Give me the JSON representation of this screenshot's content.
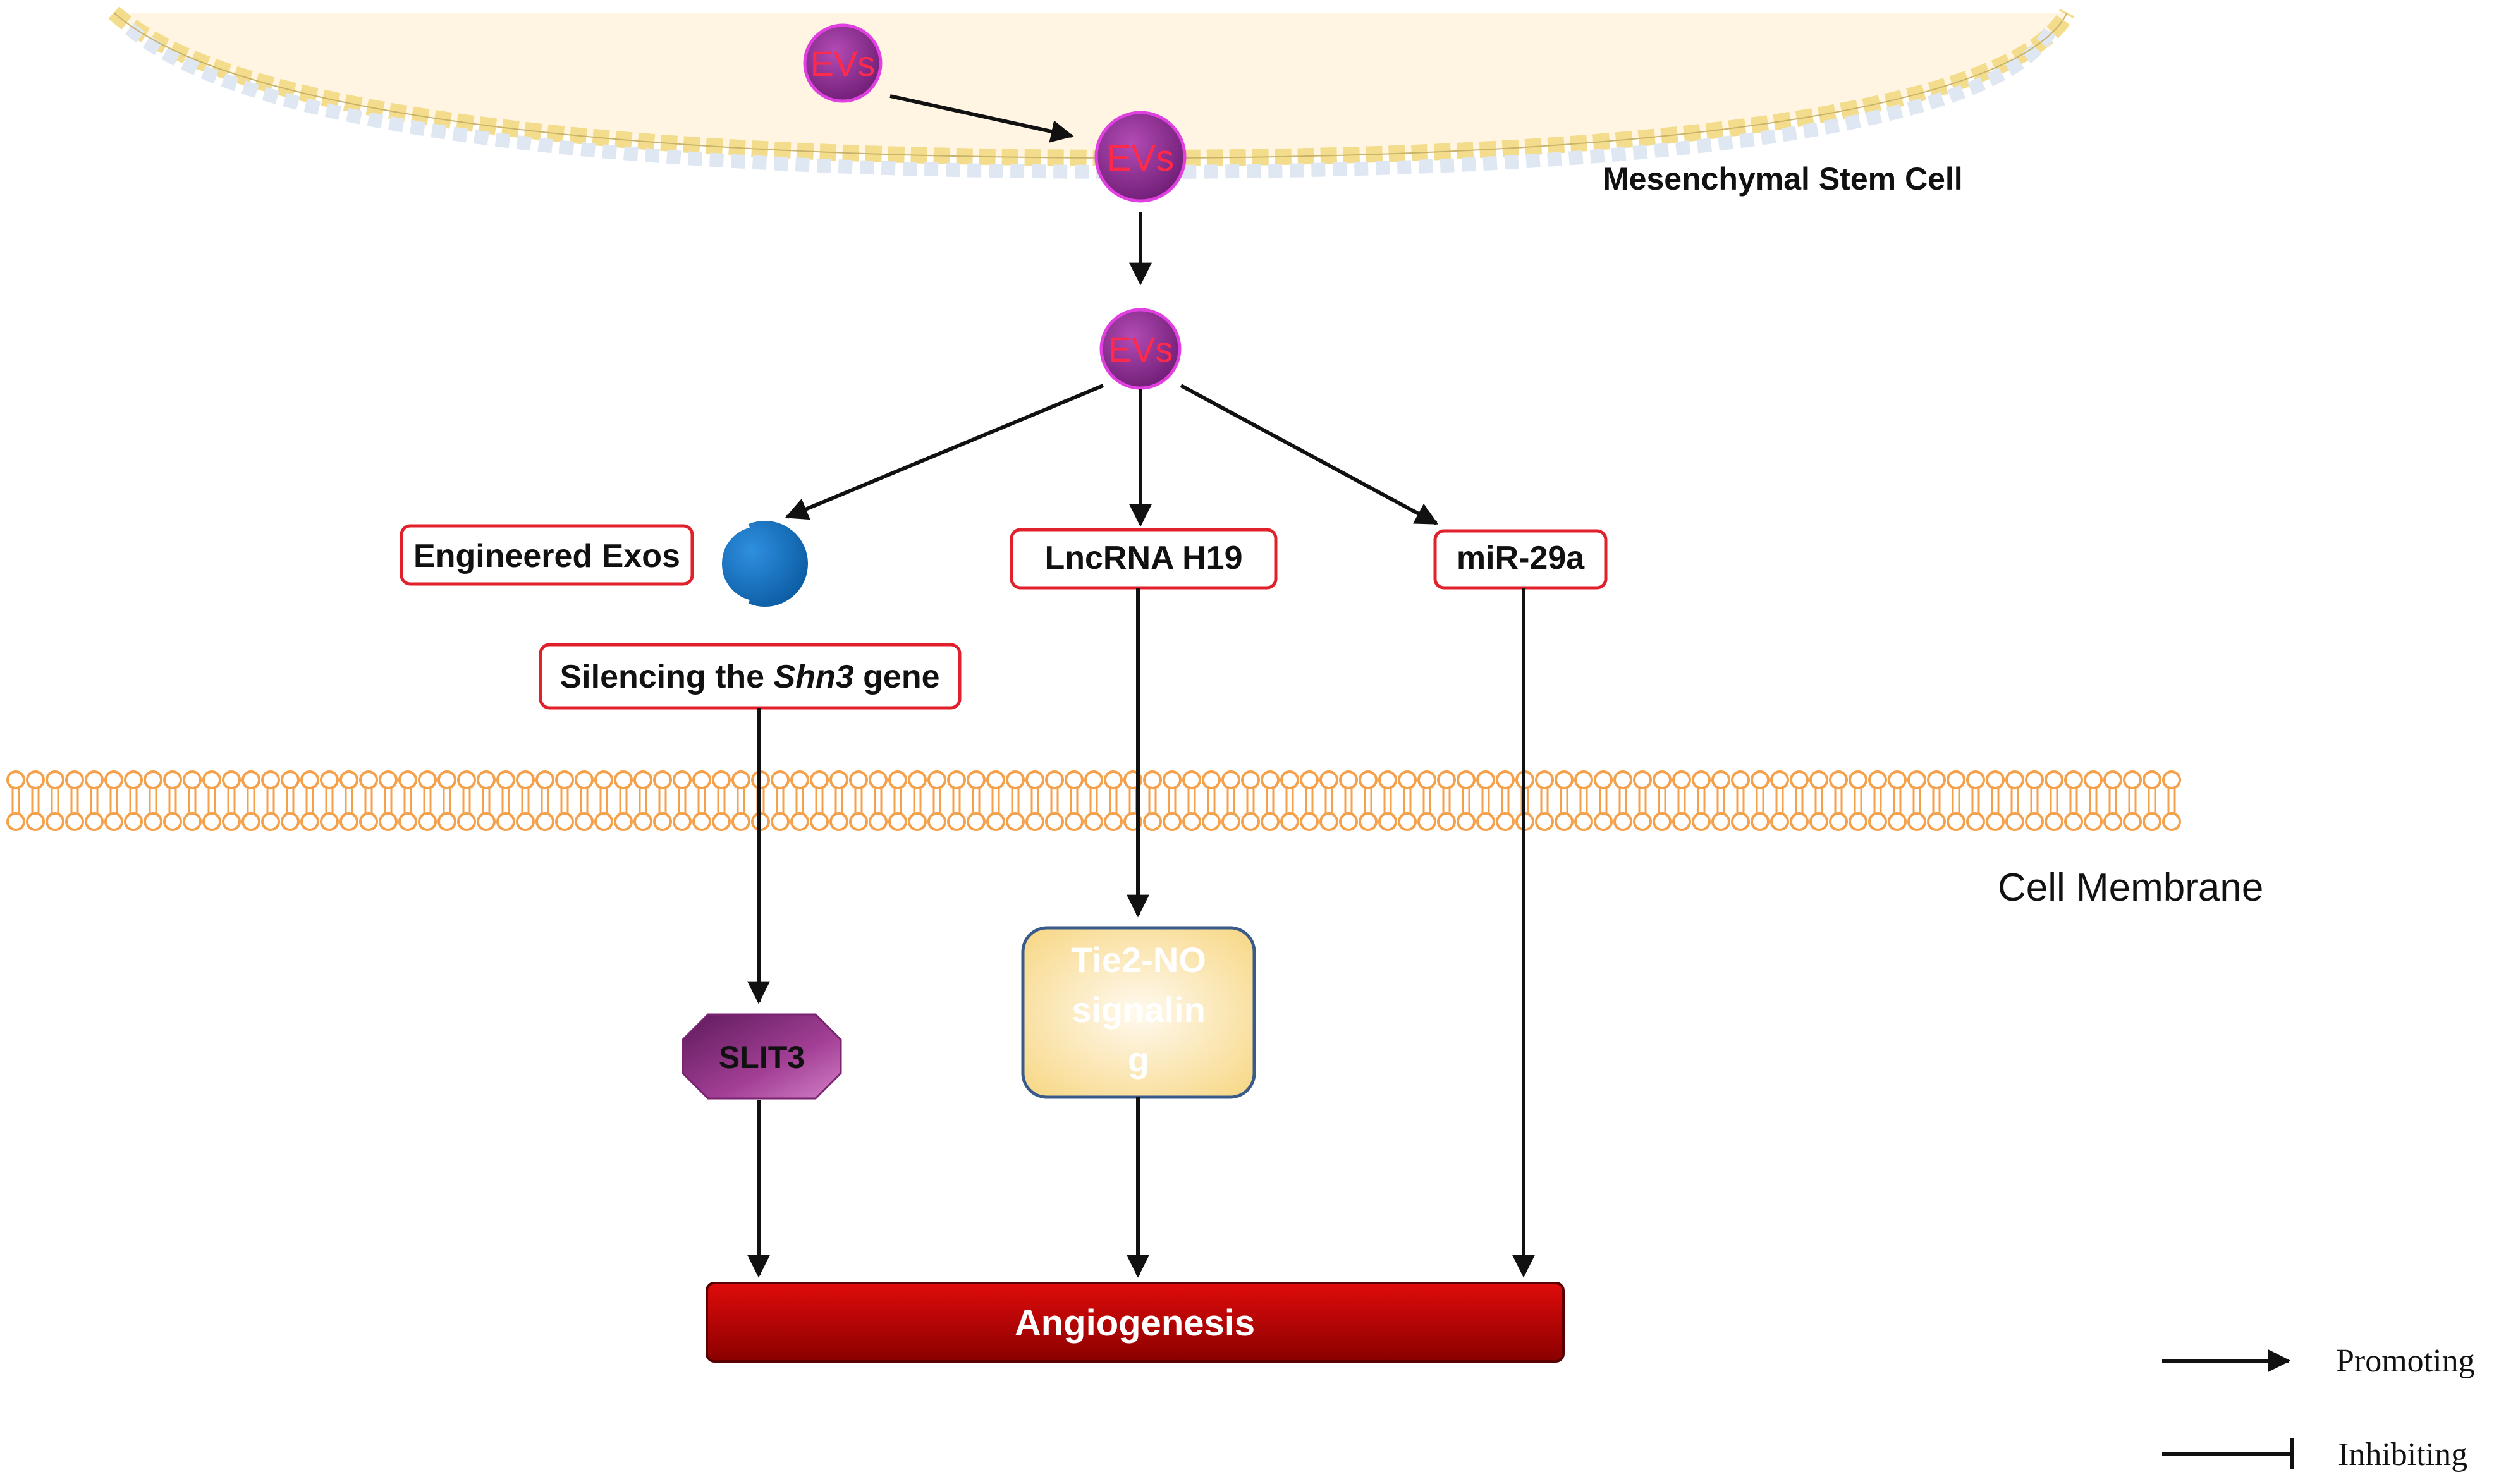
{
  "cell": {
    "label": "Mesenchymal Stem Cell"
  },
  "evs": {
    "label": "EVs"
  },
  "nodes": {
    "engineered_exos": "Engineered Exos",
    "lncrna": "LncRNA H19",
    "mir": "miR-29a",
    "silencing_prefix": "Silencing the ",
    "silencing_gene": "Shn3",
    "silencing_suffix": " gene",
    "slit3": "SLIT3",
    "tie2_line1": "Tie2-NO",
    "tie2_line2": "signalin",
    "tie2_line3": "g",
    "angiogenesis": "Angiogenesis"
  },
  "membrane": {
    "label": "Cell Membrane"
  },
  "legend": {
    "promoting": "Promoting",
    "inhibiting": "Inhibiting"
  },
  "colors": {
    "box_border": "#e0202a",
    "ev_fill": "#8b2a8f",
    "ev_text": "#ff2a4a",
    "exo_fill": "#0d6fbf",
    "membrane": "#f5a04a",
    "angio_fill": "#c00000",
    "slit3_fill": "#8e2a7a",
    "tie2_fill": "#fbe3a6"
  }
}
